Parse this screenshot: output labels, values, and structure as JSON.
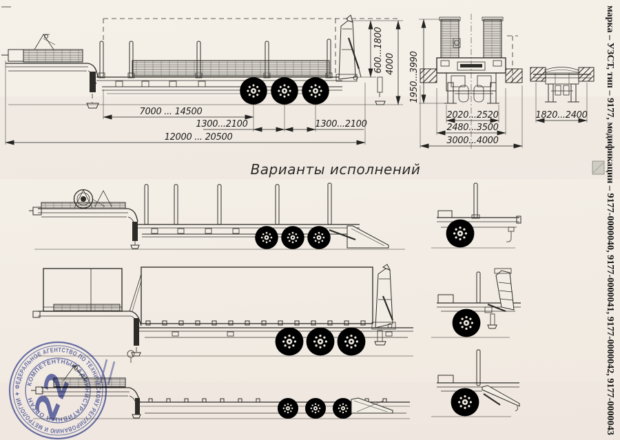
{
  "page": {
    "title": "Варианты исполнений"
  },
  "side_note": "марка – УЗСТ, тип – 9177, модификации – 9177-0000040, 9177-0000041, 9177-0000042, 9177-0000043",
  "main_view": {
    "dims": {
      "platform_length": "7000 ... 14500",
      "axle_spacing_left": "1300...2100",
      "axle_spacing_right": "1300...2100",
      "overall_length": "12000 ... 20500",
      "ramp_height": "600...1800",
      "overall_height": "4000"
    }
  },
  "rear_view": {
    "dims": {
      "overall_height": "1950...3990",
      "track_width": "2020...2520",
      "frame_width": "2480...3500",
      "overall_width": "3000...4000"
    }
  },
  "end_view": {
    "dims": {
      "overall_width": "1820...2400"
    }
  },
  "stamp": {
    "ring_text": "ФЕДЕРАЛЬНОЕ АГЕНТСТВО ПО ТЕХНИЧЕСКОМУ РЕГУЛИРОВАНИЮ И МЕТРОЛОГИИ ✦",
    "inner_text": "КОМПЕТЕНТНЫЙ АДМИНИСТРАТИВНЫЙ ОРГАН",
    "number": "22"
  },
  "colors": {
    "paper": "#f2eee5",
    "ink": "#2c2b27",
    "stamp_blue": "#4b58a8"
  }
}
